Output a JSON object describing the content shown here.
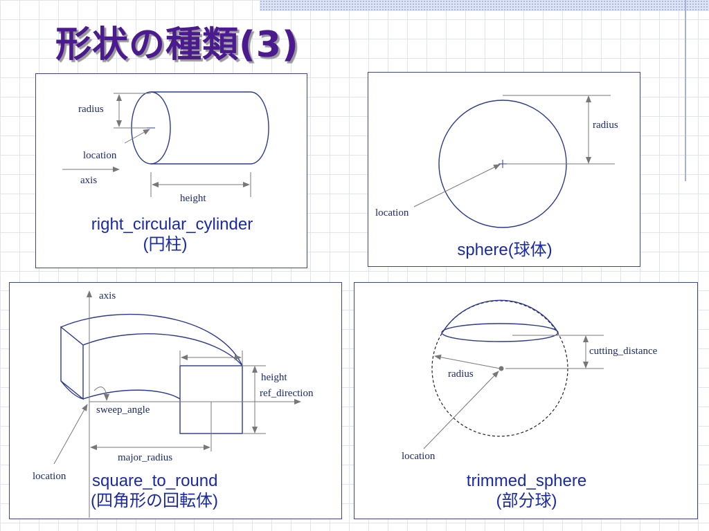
{
  "title": "形状の種類(3)",
  "panels": {
    "cylinder": {
      "labels": {
        "radius": "radius",
        "location": "location",
        "axis": "axis",
        "height": "height"
      },
      "caption_line1": "right_circular_cylinder",
      "caption_line2": "(円柱)"
    },
    "sphere": {
      "labels": {
        "radius": "radius",
        "location": "location"
      },
      "caption": "sphere(球体)"
    },
    "square_to_round": {
      "labels": {
        "axis": "axis",
        "height": "height",
        "ref_direction": "ref_direction",
        "sweep_angle": "sweep_angle",
        "major_radius": "major_radius",
        "location": "location"
      },
      "caption_line1": "square_to_round",
      "caption_line2": "(四角形の回転体)"
    },
    "trimmed_sphere": {
      "labels": {
        "cutting_distance": "cutting_distance",
        "radius": "radius",
        "location": "location"
      },
      "caption_line1": "trimmed_sphere",
      "caption_line2": "(部分球)"
    }
  },
  "colors": {
    "title": "#4a1a8e",
    "caption": "#1a2aa6",
    "shape": "#2b3a8c",
    "dimension": "#777777"
  }
}
